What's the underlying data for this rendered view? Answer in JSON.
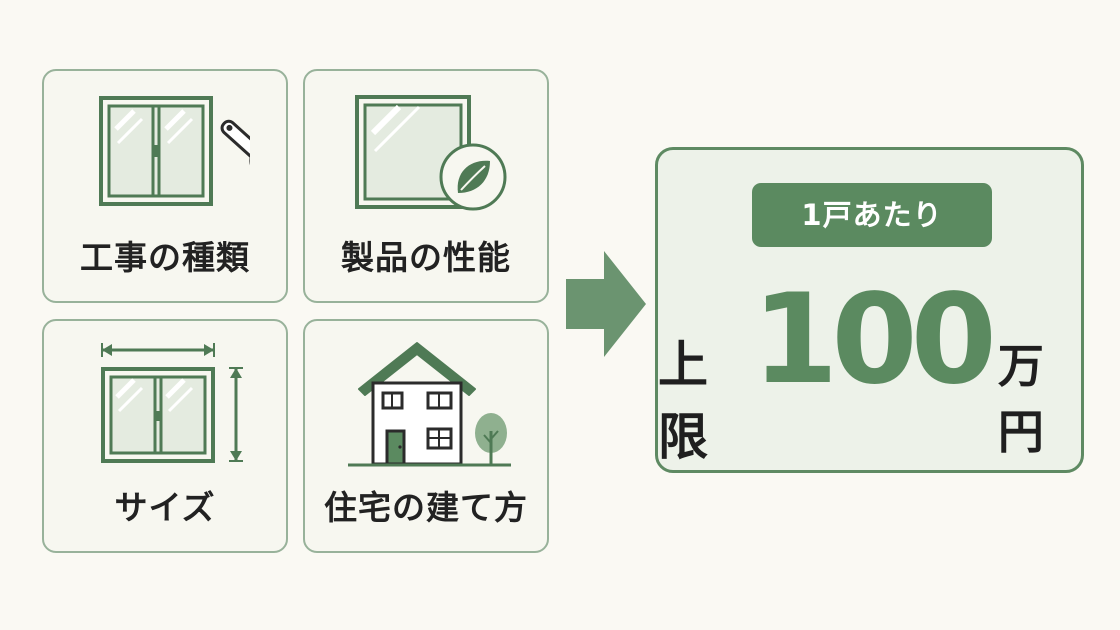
{
  "factors": [
    {
      "label": "工事の種類",
      "icon": "window-wrench-icon"
    },
    {
      "label": "製品の性能",
      "icon": "window-leaf-icon"
    },
    {
      "label": "サイズ",
      "icon": "window-dimension-icon"
    },
    {
      "label": "住宅の建て方",
      "icon": "house-tree-icon"
    }
  ],
  "result": {
    "badge": "1戸あたり",
    "prefix": "上限",
    "amount": "100",
    "unit": "万円"
  },
  "colors": {
    "accent": "#5b8a60",
    "card_border": "#98b29a",
    "arrow": "#6b9470",
    "result_bg": "#edf2e9",
    "background": "#faf9f3"
  }
}
